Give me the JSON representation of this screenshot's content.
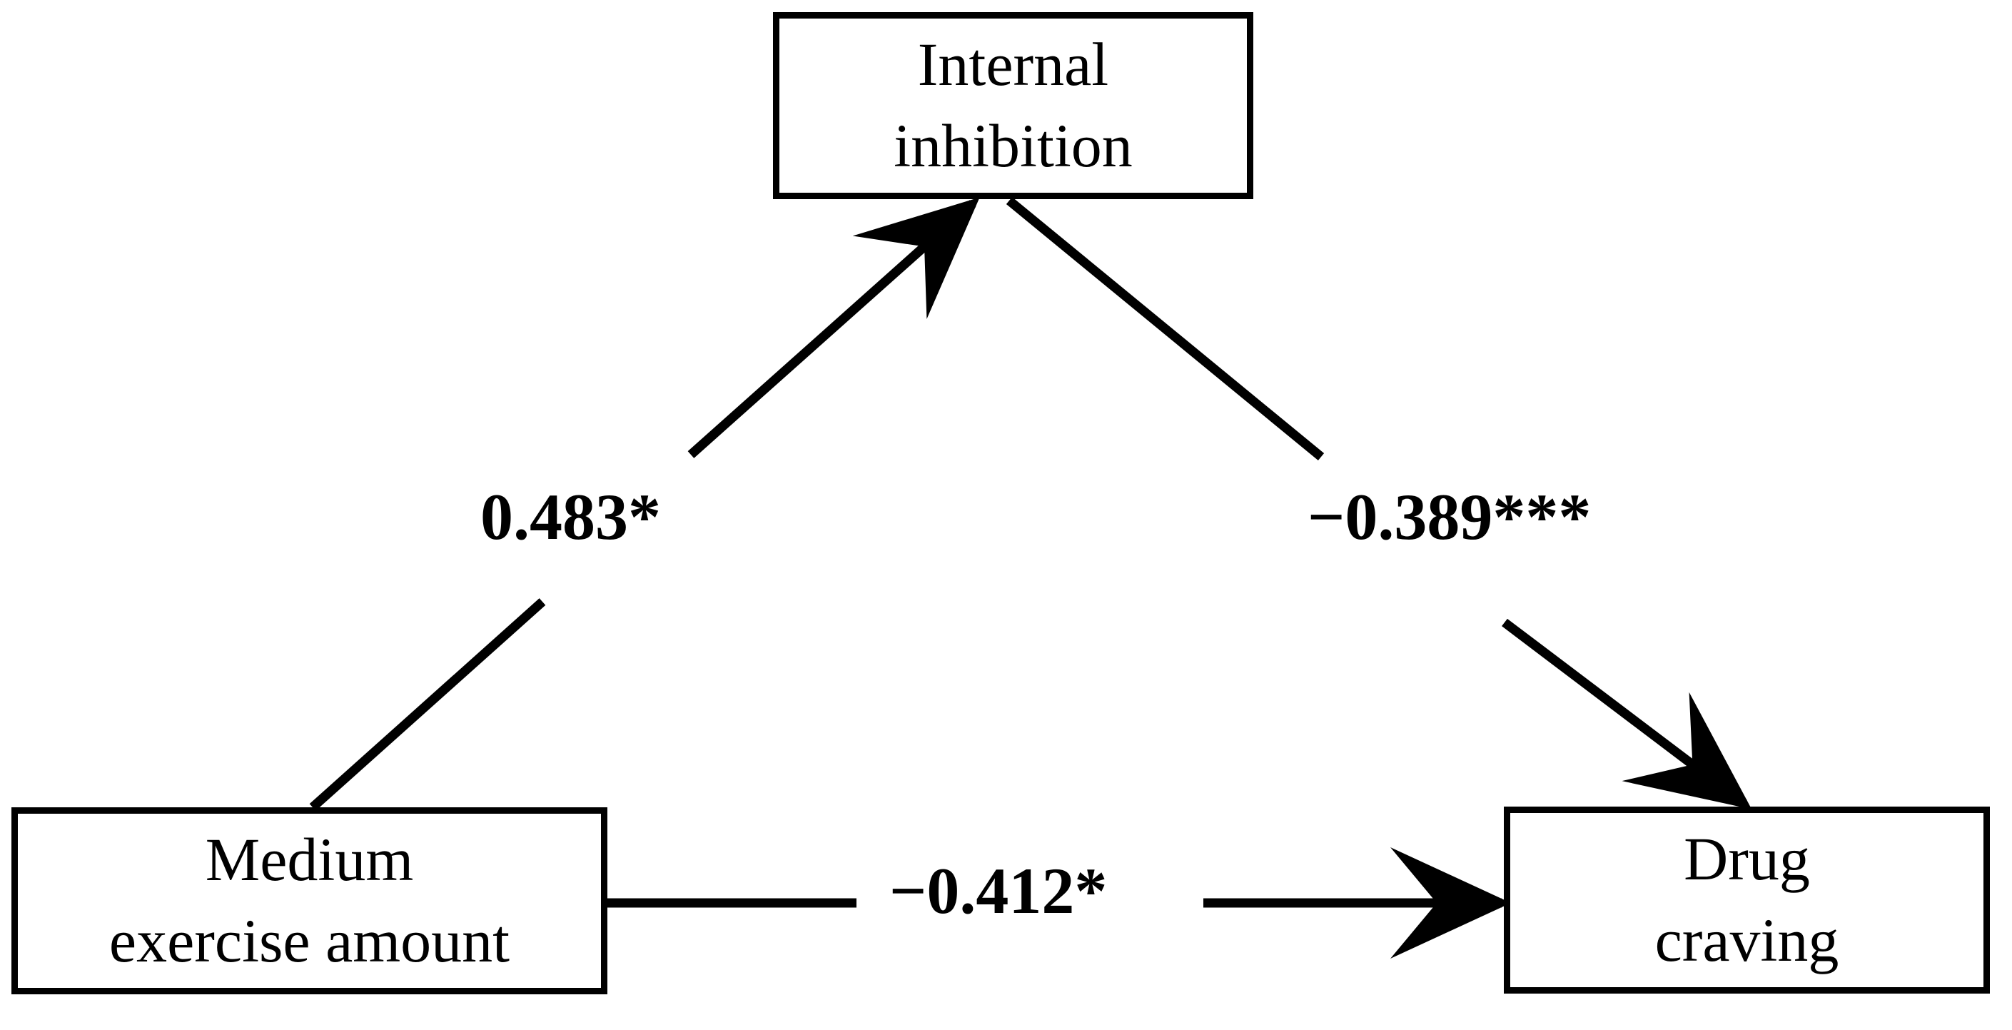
{
  "diagram": {
    "type": "mediation-path-diagram",
    "background_color": "#ffffff",
    "stroke_color": "#000000",
    "nodes": [
      {
        "id": "internal-inhibition",
        "role": "mediator",
        "lines": [
          "Internal",
          "inhibition"
        ]
      },
      {
        "id": "medium-exercise",
        "role": "independent-variable",
        "lines": [
          "Medium",
          "exercise amount"
        ]
      },
      {
        "id": "drug-craving",
        "role": "dependent-variable",
        "lines": [
          "Drug",
          "craving"
        ]
      }
    ],
    "edges": [
      {
        "id": "a-path",
        "from": "medium-exercise",
        "to": "internal-inhibition",
        "coefficient": "0.483*",
        "sign": "positive",
        "stars": 1
      },
      {
        "id": "b-path",
        "from": "internal-inhibition",
        "to": "drug-craving",
        "coefficient": "−0.389***",
        "sign": "negative",
        "stars": 3
      },
      {
        "id": "c-path",
        "from": "medium-exercise",
        "to": "drug-craving",
        "coefficient": "−0.412*",
        "sign": "negative",
        "stars": 1
      }
    ]
  },
  "chart_data": {
    "type": "diagram",
    "title": "",
    "categories": [
      "a-path",
      "b-path",
      "c-path"
    ],
    "values": [
      0.483,
      -0.389,
      -0.412
    ],
    "labels": [
      "0.483*",
      "−0.389***",
      "−0.412*"
    ],
    "nodes": [
      "Internal inhibition",
      "Medium exercise amount",
      "Drug craving"
    ]
  }
}
